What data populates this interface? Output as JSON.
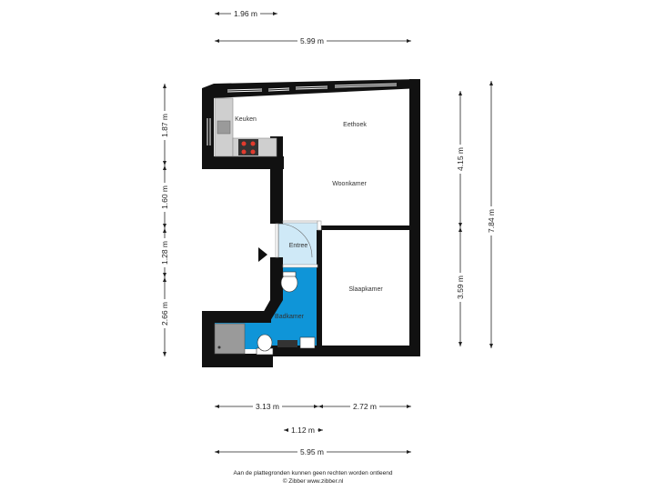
{
  "dimensions": {
    "top_1": "1.96 m",
    "top_2": "5.99 m",
    "left_1": "1.87 m",
    "left_2": "1.60 m",
    "left_3": "1.28 m",
    "left_4": "2.66 m",
    "right_1": "4.15 m",
    "right_2": "3.59 m",
    "right_total": "7.84 m",
    "bottom_1": "3.13 m",
    "bottom_2": "2.72 m",
    "bottom_3": "1.12 m",
    "bottom_total": "5.95 m"
  },
  "rooms": {
    "keuken": "Keuken",
    "eethoek": "Eethoek",
    "woonkamer": "Woonkamer",
    "entree": "Entree",
    "slaapkamer": "Slaapkamer",
    "badkamer": "Badkamer"
  },
  "footer": {
    "line1": "Aan de plattegronden kunnen geen rechten worden ontleend",
    "line2": "© Zibber www.zibber.nl"
  },
  "colors": {
    "wall": "#111111",
    "bathroom": "#0f95d8",
    "entree": "#cfe9f7",
    "fixture": "#9a9a9a"
  }
}
